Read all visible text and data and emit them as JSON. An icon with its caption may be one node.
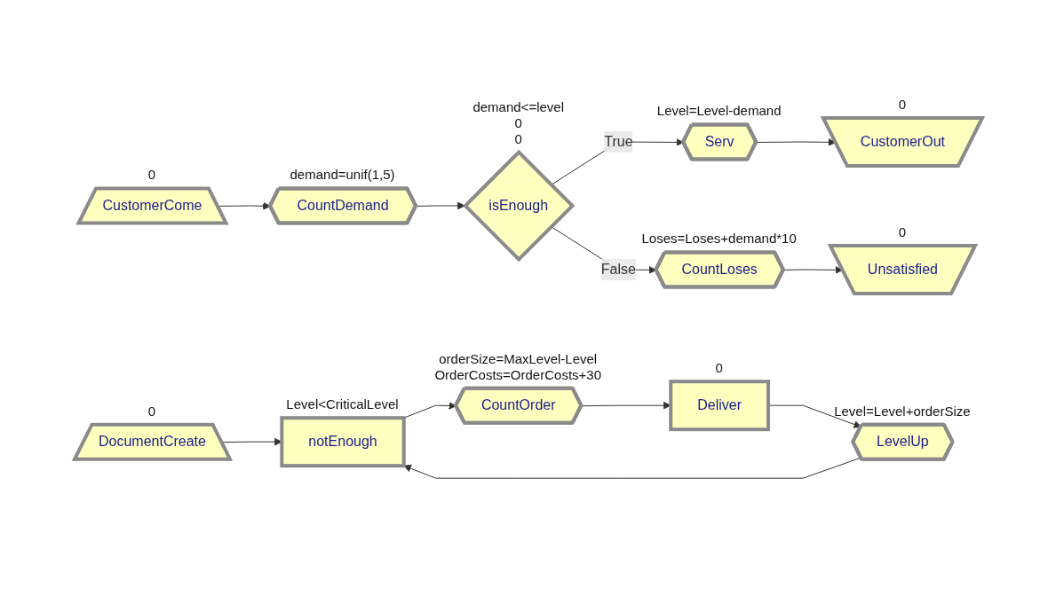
{
  "diagram": {
    "nodes": [
      {
        "text": [
          "CustomerCome"
        ],
        "beside": [
          "0"
        ]
      },
      {
        "text": [
          "CountDemand"
        ],
        "beside": [
          "demand=unif(1,5)"
        ]
      },
      {
        "text": [
          "isEnough"
        ],
        "beside": [
          "demand<=level",
          "0",
          "0"
        ]
      },
      {
        "text": [
          "Serv"
        ],
        "beside": [
          "Level=Level-demand"
        ]
      },
      {
        "text": [
          "CustomerOut"
        ],
        "beside": [
          "0"
        ]
      },
      {
        "text": [
          "CountLoses"
        ],
        "beside": [
          "Loses=Loses+demand*10"
        ]
      },
      {
        "text": [
          "Unsatisfied"
        ],
        "beside": [
          "0"
        ]
      },
      {
        "text": [
          "DocumentCreate"
        ],
        "beside": [
          "0"
        ]
      },
      {
        "text": [
          "notEnough"
        ],
        "beside": [
          "Level<CriticalLevel"
        ]
      },
      {
        "text": [
          "CountOrder"
        ],
        "beside": [
          "orderSize=MaxLevel-Level",
          "OrderCosts=OrderCosts+30"
        ]
      },
      {
        "text": [
          "Deliver"
        ],
        "beside": [
          "0"
        ]
      },
      {
        "text": [
          "LevelUp"
        ],
        "beside": [
          "Level=Level+orderSize"
        ]
      }
    ],
    "edges": [
      {
        "from": 0,
        "to": 1,
        "arrow": "to"
      },
      {
        "from": 1,
        "to": 2,
        "arrow": "to"
      },
      {
        "from": 2,
        "to": 3,
        "arrow": "to",
        "label": "True"
      },
      {
        "from": 3,
        "to": 4,
        "arrow": "to"
      },
      {
        "from": 2,
        "to": 5,
        "arrow": "to",
        "label": "False"
      },
      {
        "from": 5,
        "to": 6,
        "arrow": "to"
      },
      {
        "from": 7,
        "to": 8,
        "arrow": "to"
      },
      {
        "from": 8,
        "to": 9,
        "arrow": "to"
      },
      {
        "from": 9,
        "to": 10,
        "arrow": "to"
      },
      {
        "from": 10,
        "to": 11,
        "arrow": "to"
      },
      {
        "from": 11,
        "to": 8,
        "arrow": "to"
      }
    ]
  }
}
